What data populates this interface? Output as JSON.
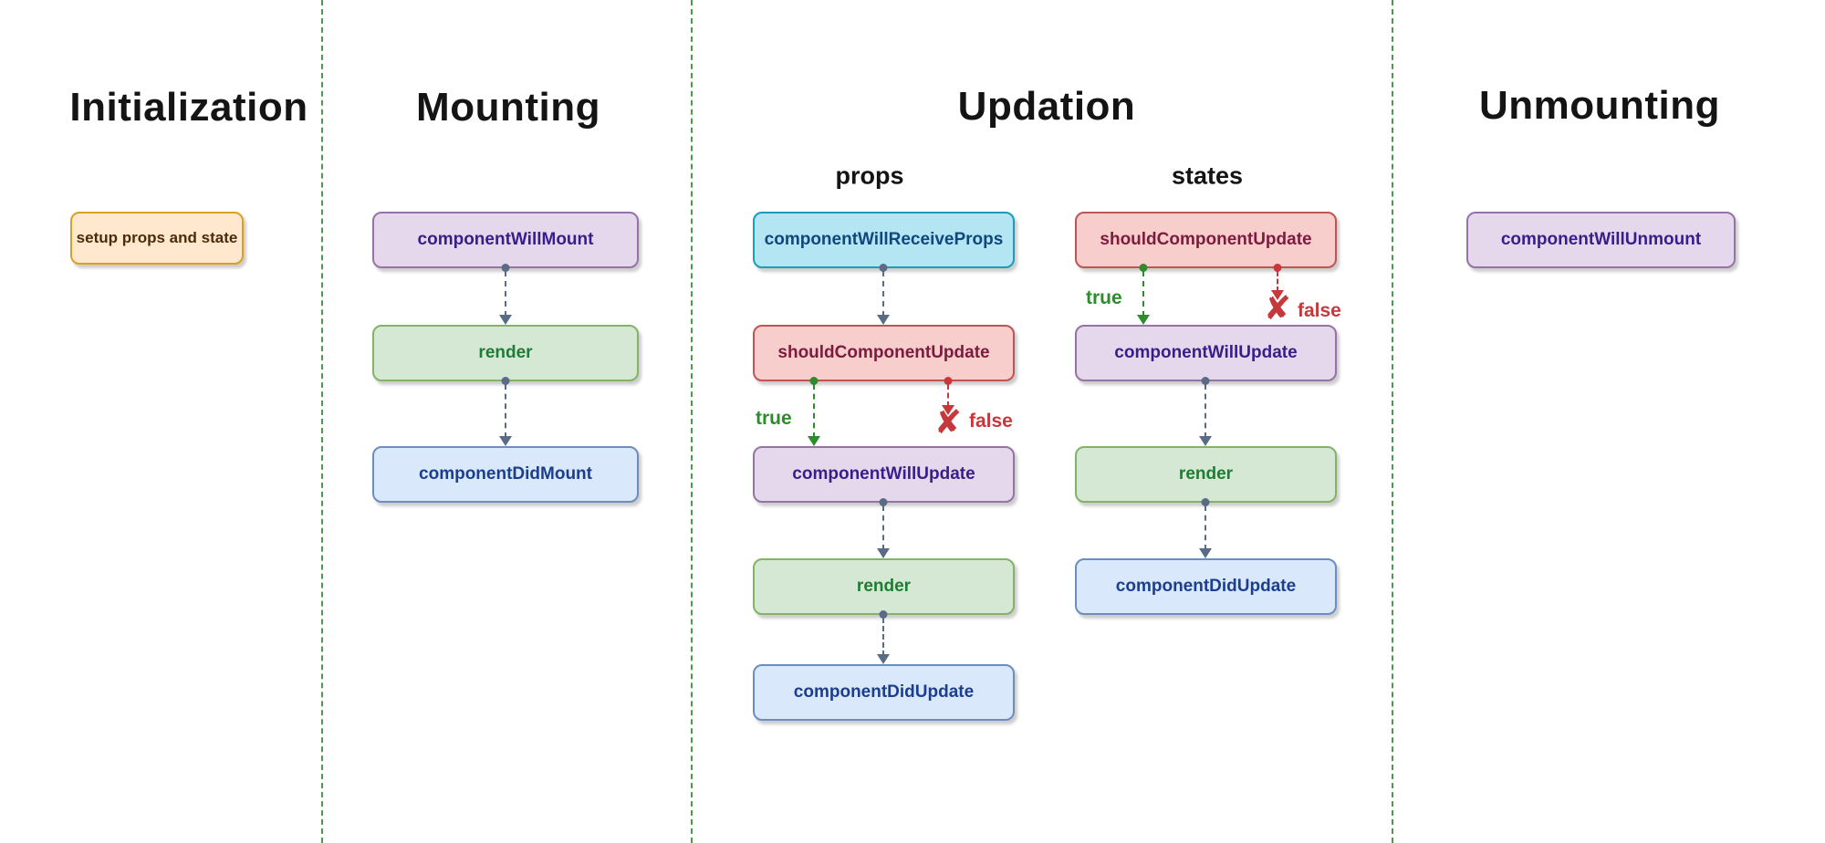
{
  "sections": [
    {
      "title": "Initialization",
      "nodes": [
        {
          "label": "setup props and state",
          "style": "orange"
        }
      ]
    },
    {
      "title": "Mounting",
      "nodes": [
        {
          "label": "componentWillMount",
          "style": "purple"
        },
        {
          "label": "render",
          "style": "green"
        },
        {
          "label": "componentDidMount",
          "style": "blue"
        }
      ]
    },
    {
      "title": "Updation",
      "columns": [
        {
          "heading": "props",
          "nodes": [
            {
              "label": "componentWillReceiveProps",
              "style": "cyan"
            },
            {
              "label": "shouldComponentUpdate",
              "style": "red"
            },
            {
              "label": "componentWillUpdate",
              "style": "purple"
            },
            {
              "label": "render",
              "style": "green"
            },
            {
              "label": "componentDidUpdate",
              "style": "blue"
            }
          ]
        },
        {
          "heading": "states",
          "nodes": [
            {
              "label": "shouldComponentUpdate",
              "style": "red"
            },
            {
              "label": "componentWillUpdate",
              "style": "purple"
            },
            {
              "label": "render",
              "style": "green"
            },
            {
              "label": "componentDidUpdate",
              "style": "blue"
            }
          ]
        }
      ]
    },
    {
      "title": "Unmounting",
      "nodes": [
        {
          "label": "componentWillUnmount",
          "style": "purple"
        }
      ]
    }
  ],
  "branch": {
    "true_label": "true",
    "false_label": "false"
  },
  "icons": {
    "false_x": "✘"
  },
  "colors": {
    "background": "#ffffff",
    "divider_green": "#4c9a4e",
    "arrow_slate": "#5a6b85",
    "branch_true_green": "#2e8b2e",
    "branch_false_red": "#c5393d",
    "node_styles": {
      "orange": {
        "fill": "#ffe8cd",
        "border": "#dba022",
        "text": "#4a2c0a"
      },
      "purple": {
        "fill": "#e5d8ec",
        "border": "#9673a6",
        "text": "#3a1d8a"
      },
      "green": {
        "fill": "#d5e8d4",
        "border": "#82b366",
        "text": "#1d7d33"
      },
      "blue": {
        "fill": "#dae8fc",
        "border": "#6c8ebf",
        "text": "#1c3e8f"
      },
      "cyan": {
        "fill": "#b4e5f2",
        "border": "#1d9cba",
        "text": "#10477d"
      },
      "red": {
        "fill": "#f8cecc",
        "border": "#bf5552",
        "text": "#7c1b3e"
      }
    }
  }
}
